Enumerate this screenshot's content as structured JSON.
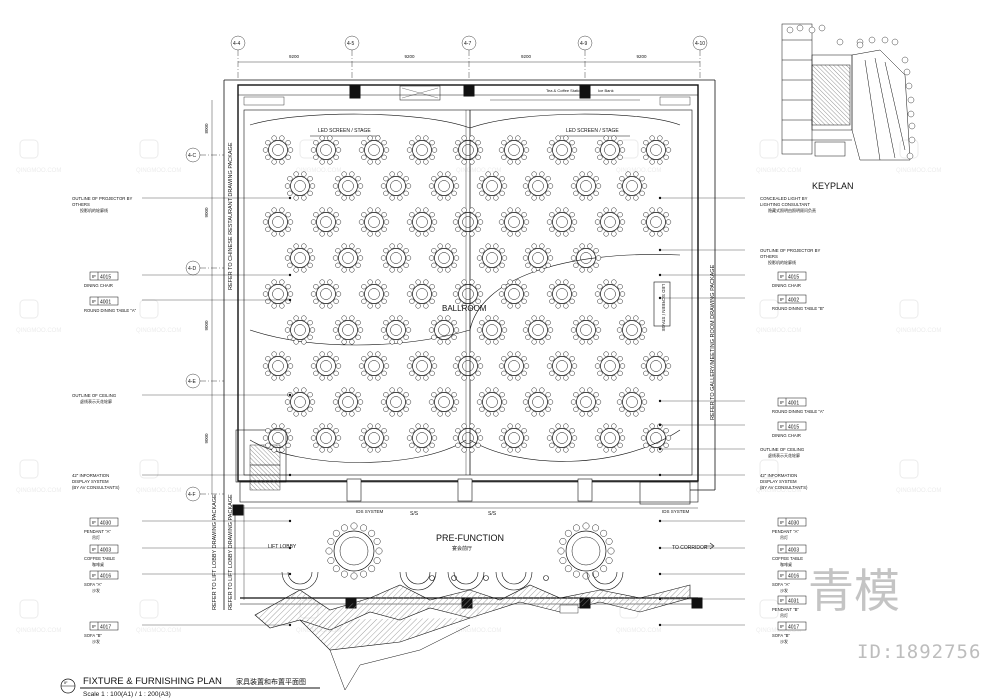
{
  "grid": {
    "columns": [
      "4-4",
      "4-5",
      "4-7",
      "4-9",
      "4-10"
    ],
    "rows": [
      "4-C",
      "4-D",
      "4-E",
      "4-F"
    ],
    "dims_top": [
      "9200",
      "9200",
      "9200",
      "9200"
    ],
    "dims_left": [
      "8000",
      "9000",
      "9000",
      "9000"
    ]
  },
  "rooms": {
    "ballroom": "BALLROOM",
    "pre_function": "PRE-FUNCTION",
    "pre_function_cn": "宴会前厅",
    "lift_lobby": "LIFT LOBBY",
    "to_corridor": "TO CORRIDOR",
    "led_screen_left": "LED SCREEN / STAGE",
    "led_screen_right": "LED SCREEN / STAGE",
    "led_screen_side": "LED SCREEN / STAGE",
    "tea_coffee": "Tea & Coffee Station",
    "ice_bank": "Ice Bank",
    "ids_system_left": "IDS SYSTEM",
    "ids_system_right": "IDS SYSTEM",
    "ss_left": "S/S",
    "ss_right": "S/S"
  },
  "refer_notes": {
    "left_restaurant": "REFER TO CHINESE RESTAURANT DRAWING PACKAGE",
    "left_lift_1": "REFER TO LIFT LOBBY DRAWING PACKAGE",
    "left_lift_2": "REFER TO LIFT LOBBY DRAWING PACKAGE",
    "right_gallery": "REFER TO GALLERY/MEETING ROOM DRAWING PACKAGE"
  },
  "left_annotations": [
    {
      "line1": "OUTLINE OF PROJECTOR BY",
      "line2": "OTHERS",
      "cn": "投影机的轮廓线"
    },
    {
      "tag": "IF",
      "code": "4015",
      "label": "DINING CHAIR"
    },
    {
      "tag": "IF",
      "code": "4001",
      "label": "ROUND DINING TABLE \"A\""
    },
    {
      "line1": "OUTLINE OF CEILING",
      "cn": "虚线表示天花轮廓"
    },
    {
      "line1": "42\" INFORMATION",
      "line2": "DISPLAY SYSTEM",
      "line3": "(BY AV CONSULTANTS)"
    },
    {
      "tag": "IF",
      "code": "4030",
      "label": "PENDANT \"A\"",
      "cn": "吊灯"
    },
    {
      "tag": "IF",
      "code": "4003",
      "label": "COFFEE TABLE",
      "cn": "咖啡桌"
    },
    {
      "tag": "IF",
      "code": "4016",
      "label": "SOFA \"A\"",
      "cn": "沙发"
    },
    {
      "tag": "IF",
      "code": "4017",
      "label": "SOFA \"B\"",
      "cn": "沙发"
    }
  ],
  "right_annotations": [
    {
      "line1": "CONCEALED LIGHT BY",
      "line2": "LIGHTING CONSULTANT",
      "cn": "隐藏式照明由照明顾问负责"
    },
    {
      "line1": "OUTLINE OF PROJECTOR BY",
      "line2": "OTHERS",
      "cn": "投影机的轮廓线"
    },
    {
      "tag": "IF",
      "code": "4015",
      "label": "DINING CHAIR"
    },
    {
      "tag": "IF",
      "code": "4002",
      "label": "ROUND DINING TABLE \"B\""
    },
    {
      "tag": "IF",
      "code": "4001",
      "label": "ROUND DINING TABLE \"A\""
    },
    {
      "tag": "IF",
      "code": "4015",
      "label": "DINING CHAIR"
    },
    {
      "line1": "OUTLINE OF CEILING",
      "cn": "虚线表示天花轮廓"
    },
    {
      "line1": "42\" INFORMATION",
      "line2": "DISPLAY SYSTEM",
      "line3": "(BY AV CONSULTANTS)"
    },
    {
      "tag": "IF",
      "code": "4030",
      "label": "PENDANT \"A\"",
      "cn": "吊灯"
    },
    {
      "tag": "IF",
      "code": "4003",
      "label": "COFFEE TABLE",
      "cn": "咖啡桌"
    },
    {
      "tag": "IF",
      "code": "4016",
      "label": "SOFA \"A\"",
      "cn": "沙发"
    },
    {
      "tag": "IF",
      "code": "4031",
      "label": "PENDANT \"B\"",
      "cn": "吊灯"
    },
    {
      "tag": "IF",
      "code": "4017",
      "label": "SOFA \"B\"",
      "cn": "沙发"
    }
  ],
  "keyplan": {
    "title": "KEYPLAN"
  },
  "title_block": {
    "tag": "IF",
    "title": "FIXTURE & FURNISHING PLAN",
    "title_cn": "家具装置和布置平面图",
    "scale": "Scale 1 : 100(A1) / 1 : 200(A3)"
  },
  "watermark": {
    "brand_cn": "青模",
    "site": "QINGMOO.COM",
    "id_text": "ID:1892756"
  },
  "colors": {
    "line": "#111111",
    "hatch": "#9a9a9a",
    "watermark": "#c8c8c8"
  }
}
